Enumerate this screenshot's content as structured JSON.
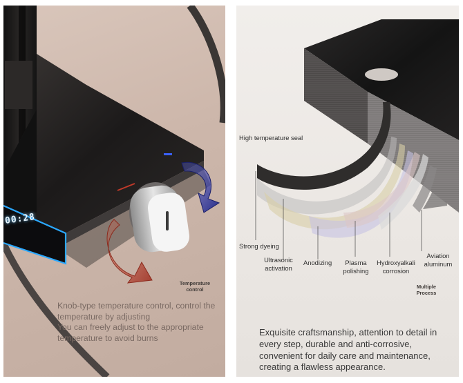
{
  "left_panel": {
    "clock_text": "00:28",
    "tag": "Temperature\ncontrol",
    "caption_lines": [
      "Knob-type temperature control, control the temperature by adjusting",
      "You can freely adjust to the appropriate temperature to avoid burns"
    ]
  },
  "right_panel": {
    "labels": {
      "high_temperature_seal": "High temperature seal",
      "strong_dyeing": "Strong dyeing",
      "ultrasonic_activation": "Ultrasonic\nactivation",
      "anodizing": "Anodizing",
      "plasma_polishing": "Plasma\npolishing",
      "hydroxyalkali_corrosion": "Hydroxyalkali\ncorrosion",
      "aviation_aluminum": "Aviation\naluminum"
    },
    "tag": "Multiple\nProcess",
    "caption": "Exquisite craftsmanship, attention to detail in every step, durable and anti-corrosive, convenient for daily care and maintenance, creating a flawless appearance."
  }
}
